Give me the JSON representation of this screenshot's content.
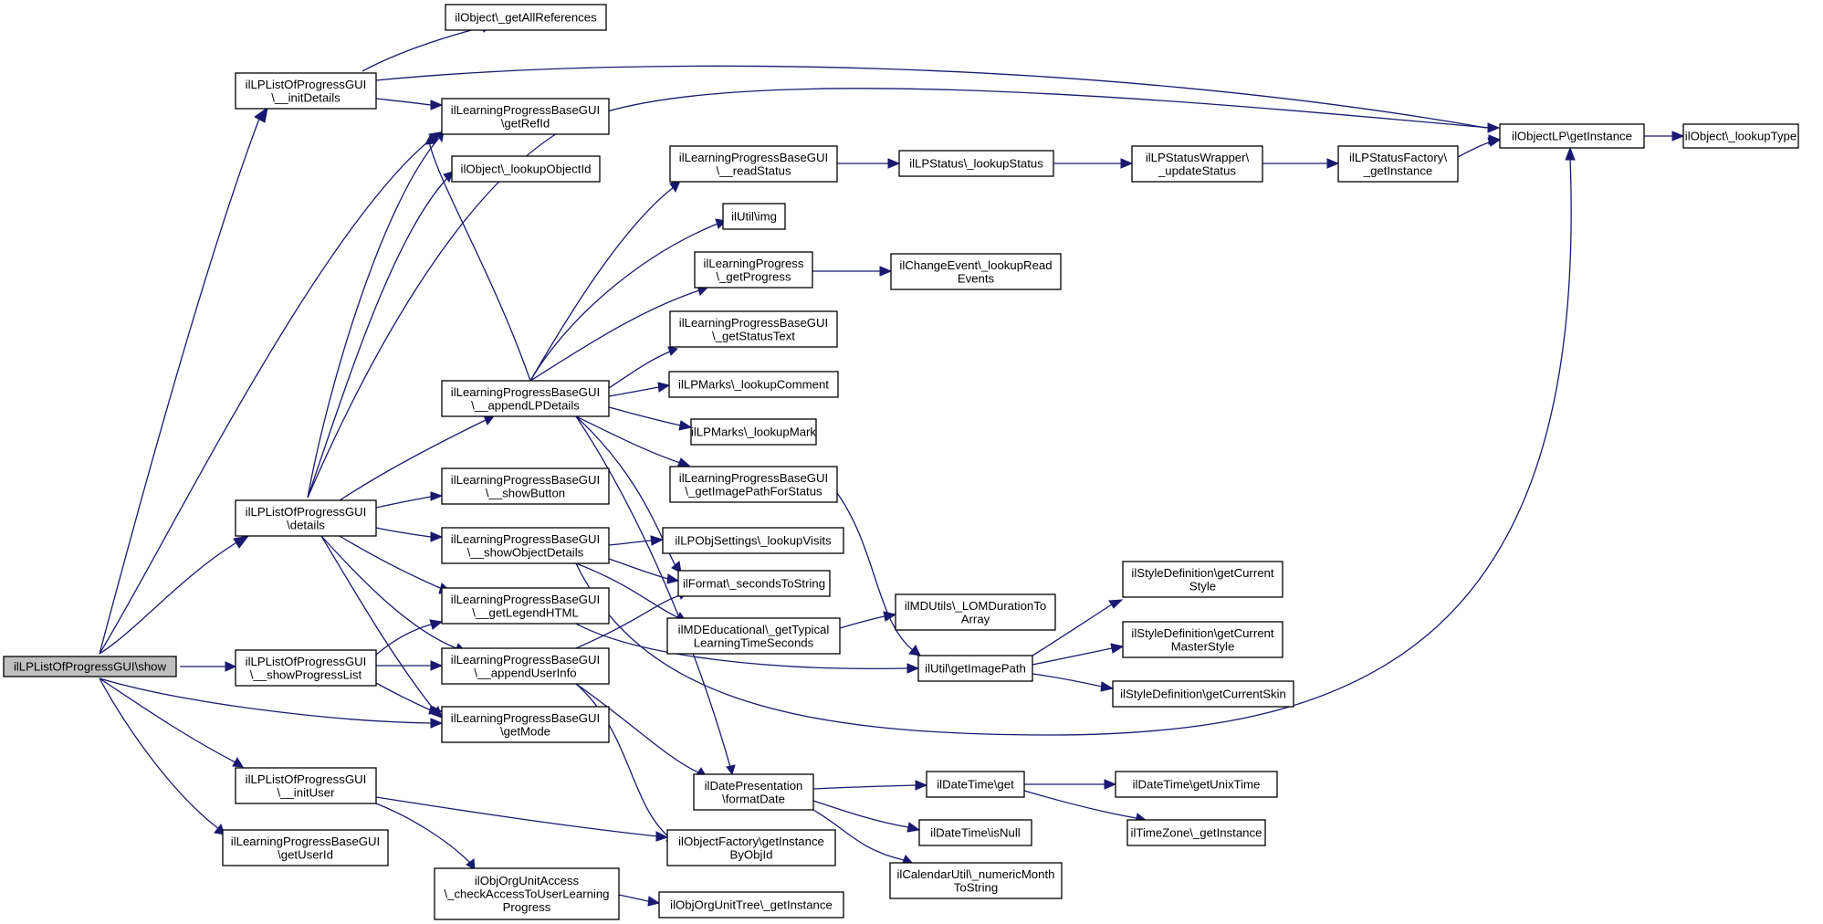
{
  "edge_color": "#191970",
  "root_fill": "#bfbfbf",
  "node_fill": "#ffffff",
  "nodes": [
    {
      "id": "n0",
      "lines": [
        "ilLPListOfProgressGUI\\show"
      ]
    },
    {
      "id": "n1",
      "lines": [
        "ilLPListOfProgressGUI",
        "\\__initDetails"
      ]
    },
    {
      "id": "n2",
      "lines": [
        "ilLPListOfProgressGUI",
        "\\details"
      ]
    },
    {
      "id": "n3",
      "lines": [
        "ilLPListOfProgressGUI",
        "\\__showProgressList"
      ]
    },
    {
      "id": "n4",
      "lines": [
        "ilLearningProgressBaseGUI",
        "\\getMode"
      ]
    },
    {
      "id": "n5",
      "lines": [
        "ilLPListOfProgressGUI",
        "\\__initUser"
      ]
    },
    {
      "id": "n6",
      "lines": [
        "ilLearningProgressBaseGUI",
        "\\getUserId"
      ]
    },
    {
      "id": "n7",
      "lines": [
        "ilObject\\_getAllReferences"
      ]
    },
    {
      "id": "n8",
      "lines": [
        "ilLearningProgressBaseGUI",
        "\\getRefId"
      ]
    },
    {
      "id": "n9",
      "lines": [
        "ilObjectLP\\getInstance"
      ]
    },
    {
      "id": "n10",
      "lines": [
        "ilObject\\_lookupType"
      ]
    },
    {
      "id": "n11",
      "lines": [
        "ilObject\\_lookupObjectId"
      ]
    },
    {
      "id": "n12",
      "lines": [
        "ilLearningProgressBaseGUI",
        "\\__appendLPDetails"
      ]
    },
    {
      "id": "n13",
      "lines": [
        "ilLearningProgressBaseGUI",
        "\\__showButton"
      ]
    },
    {
      "id": "n14",
      "lines": [
        "ilLearningProgressBaseGUI",
        "\\__showObjectDetails"
      ]
    },
    {
      "id": "n15",
      "lines": [
        "ilLearningProgressBaseGUI",
        "\\__getLegendHTML"
      ]
    },
    {
      "id": "n16",
      "lines": [
        "ilLearningProgressBaseGUI",
        "\\__appendUserInfo"
      ]
    },
    {
      "id": "n17",
      "lines": [
        "ilObjOrgUnitAccess",
        "\\_checkAccessToUserLearning",
        "Progress"
      ]
    },
    {
      "id": "n18",
      "lines": [
        "ilObjectFactory\\getInstance",
        "ByObjId"
      ]
    },
    {
      "id": "n19",
      "lines": [
        "ilObjOrgUnitTree\\_getInstance"
      ]
    },
    {
      "id": "n20",
      "lines": [
        "ilLearningProgressBaseGUI",
        "\\__readStatus"
      ]
    },
    {
      "id": "n21",
      "lines": [
        "ilUtil\\img"
      ]
    },
    {
      "id": "n22",
      "lines": [
        "ilLearningProgress",
        "\\_getProgress"
      ]
    },
    {
      "id": "n23",
      "lines": [
        "ilLearningProgressBaseGUI",
        "\\_getStatusText"
      ]
    },
    {
      "id": "n24",
      "lines": [
        "ilLPMarks\\_lookupComment"
      ]
    },
    {
      "id": "n25",
      "lines": [
        "ilLPMarks\\_lookupMark"
      ]
    },
    {
      "id": "n26",
      "lines": [
        "ilLearningProgressBaseGUI",
        "\\_getImagePathForStatus"
      ]
    },
    {
      "id": "n27",
      "lines": [
        "ilFormat\\_secondsToString"
      ]
    },
    {
      "id": "n28",
      "lines": [
        "ilDatePresentation",
        "\\formatDate"
      ]
    },
    {
      "id": "n29",
      "lines": [
        "ilLPObjSettings\\_lookupVisits"
      ]
    },
    {
      "id": "n30",
      "lines": [
        "ilMDEducational\\_getTypical",
        "LearningTimeSeconds"
      ]
    },
    {
      "id": "n31",
      "lines": [
        "ilLPStatus\\_lookupStatus"
      ]
    },
    {
      "id": "n32",
      "lines": [
        "ilLPStatusWrapper\\",
        "_updateStatus"
      ]
    },
    {
      "id": "n33",
      "lines": [
        "ilLPStatusFactory\\",
        "_getInstance"
      ]
    },
    {
      "id": "n34",
      "lines": [
        "ilChangeEvent\\_lookupRead",
        "Events"
      ]
    },
    {
      "id": "n35",
      "lines": [
        "ilMDUtils\\_LOMDurationTo",
        "Array"
      ]
    },
    {
      "id": "n36",
      "lines": [
        "ilUtil\\getImagePath"
      ]
    },
    {
      "id": "n37",
      "lines": [
        "ilStyleDefinition\\getCurrent",
        "Style"
      ]
    },
    {
      "id": "n38",
      "lines": [
        "ilStyleDefinition\\getCurrent",
        "MasterStyle"
      ]
    },
    {
      "id": "n39",
      "lines": [
        "ilStyleDefinition\\getCurrentSkin"
      ]
    },
    {
      "id": "n40",
      "lines": [
        "ilDateTime\\get"
      ]
    },
    {
      "id": "n41",
      "lines": [
        "ilDateTime\\isNull"
      ]
    },
    {
      "id": "n42",
      "lines": [
        "ilCalendarUtil\\_numericMonth",
        "ToString"
      ]
    },
    {
      "id": "n43",
      "lines": [
        "ilDateTime\\getUnixTime"
      ]
    },
    {
      "id": "n44",
      "lines": [
        "ilTimeZone\\_getInstance"
      ]
    }
  ],
  "edges": [
    [
      "n0",
      "n1"
    ],
    [
      "n0",
      "n2"
    ],
    [
      "n0",
      "n3"
    ],
    [
      "n0",
      "n4"
    ],
    [
      "n0",
      "n5"
    ],
    [
      "n0",
      "n6"
    ],
    [
      "n0",
      "n8"
    ],
    [
      "n1",
      "n7"
    ],
    [
      "n1",
      "n8"
    ],
    [
      "n1",
      "n9"
    ],
    [
      "n2",
      "n8"
    ],
    [
      "n2",
      "n9"
    ],
    [
      "n2",
      "n11"
    ],
    [
      "n2",
      "n12"
    ],
    [
      "n2",
      "n13"
    ],
    [
      "n2",
      "n14"
    ],
    [
      "n2",
      "n15"
    ],
    [
      "n2",
      "n16"
    ],
    [
      "n2",
      "n4"
    ],
    [
      "n3",
      "n15"
    ],
    [
      "n3",
      "n16"
    ],
    [
      "n3",
      "n4"
    ],
    [
      "n5",
      "n17"
    ],
    [
      "n5",
      "n18"
    ],
    [
      "n17",
      "n19"
    ],
    [
      "n12",
      "n20"
    ],
    [
      "n12",
      "n21"
    ],
    [
      "n12",
      "n22"
    ],
    [
      "n12",
      "n23"
    ],
    [
      "n12",
      "n24"
    ],
    [
      "n12",
      "n25"
    ],
    [
      "n12",
      "n26"
    ],
    [
      "n12",
      "n27"
    ],
    [
      "n12",
      "n28"
    ],
    [
      "n12",
      "n8"
    ],
    [
      "n14",
      "n29"
    ],
    [
      "n14",
      "n27"
    ],
    [
      "n14",
      "n30"
    ],
    [
      "n14",
      "n9"
    ],
    [
      "n15",
      "n36"
    ],
    [
      "n16",
      "n27"
    ],
    [
      "n16",
      "n28"
    ],
    [
      "n16",
      "n18"
    ],
    [
      "n20",
      "n31"
    ],
    [
      "n31",
      "n32"
    ],
    [
      "n32",
      "n33"
    ],
    [
      "n33",
      "n9"
    ],
    [
      "n9",
      "n10"
    ],
    [
      "n22",
      "n34"
    ],
    [
      "n26",
      "n36"
    ],
    [
      "n30",
      "n35"
    ],
    [
      "n36",
      "n37"
    ],
    [
      "n36",
      "n38"
    ],
    [
      "n36",
      "n39"
    ],
    [
      "n28",
      "n40"
    ],
    [
      "n28",
      "n41"
    ],
    [
      "n28",
      "n42"
    ],
    [
      "n40",
      "n43"
    ],
    [
      "n40",
      "n44"
    ]
  ]
}
